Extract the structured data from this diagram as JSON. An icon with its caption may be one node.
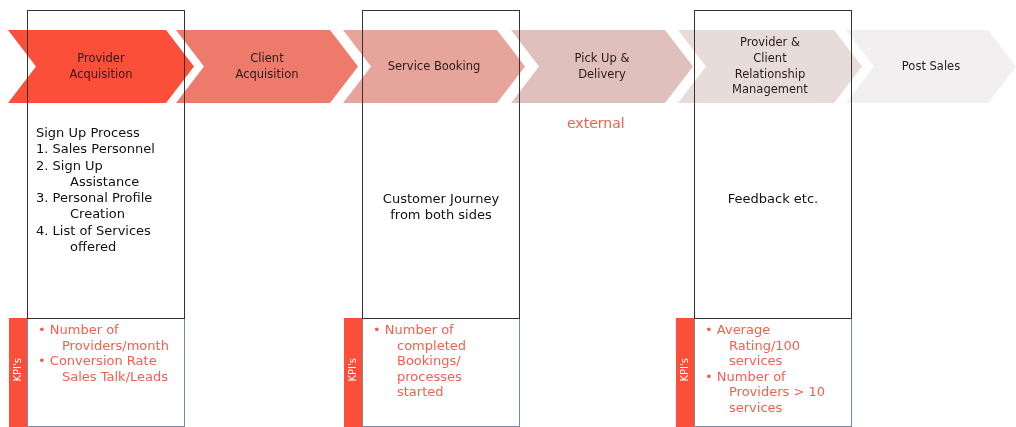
{
  "diagram": {
    "nodes": [
      {
        "text": [
          "Provider Acquisition"
        ]
      },
      {
        "text": [
          "Client Acquisition"
        ]
      },
      {
        "text": [
          "Service Booking"
        ]
      },
      {
        "text": [
          "Pick Up & Delivery"
        ],
        "beside": [
          "external"
        ]
      },
      {
        "text": [
          "Provider & Client Relationship Management"
        ]
      },
      {
        "text": [
          "Post Sales"
        ]
      },
      {
        "text": [
          "Sign Up Process",
          "1. Sales Personnel",
          "2. Sign Up Assistance",
          "3. Personal Profile Creation",
          "4. List of Services offered"
        ]
      },
      {
        "text": [
          "Customer Journey from both sides"
        ]
      },
      {
        "text": [
          "Feedback etc."
        ]
      },
      {
        "text": [
          "KPI's"
        ]
      },
      {
        "text": [
          "• Number of Providers/month",
          "• Conversion Rate Sales Talk/Leads"
        ]
      },
      {
        "text": [
          "KPI's"
        ]
      },
      {
        "text": [
          "• Number of completed Bookings/ processes started"
        ]
      },
      {
        "text": [
          "KPI's"
        ]
      },
      {
        "text": [
          "• Average Rating/100 services",
          "• Number of Providers > 10 services"
        ]
      }
    ],
    "edges": []
  }
}
